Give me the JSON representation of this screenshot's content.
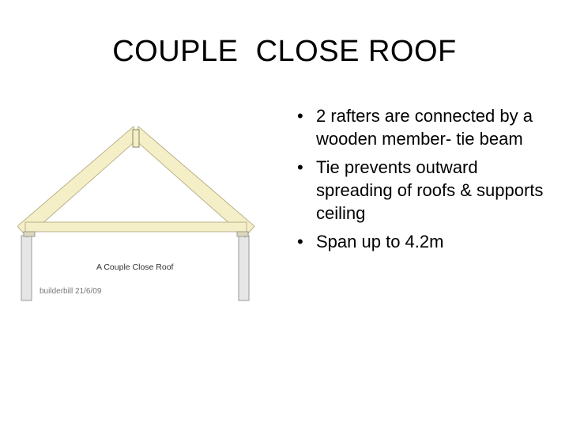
{
  "slide": {
    "title": "COUPLE  CLOSE ROOF",
    "diagram": {
      "caption": "A Couple Close Roof",
      "credit": "builderbill 21/6/09",
      "colors": {
        "timber_fill": "#f4efc6",
        "timber_stroke": "#b9b28a",
        "wall_fill": "#e6e6e6",
        "wall_stroke": "#9a9a9a"
      }
    },
    "bullets": [
      "2 rafters are connected by a wooden member- tie beam",
      "Tie prevents outward spreading of roofs & supports ceiling",
      "Span up to 4.2m"
    ],
    "bullet_symbol": "•"
  }
}
